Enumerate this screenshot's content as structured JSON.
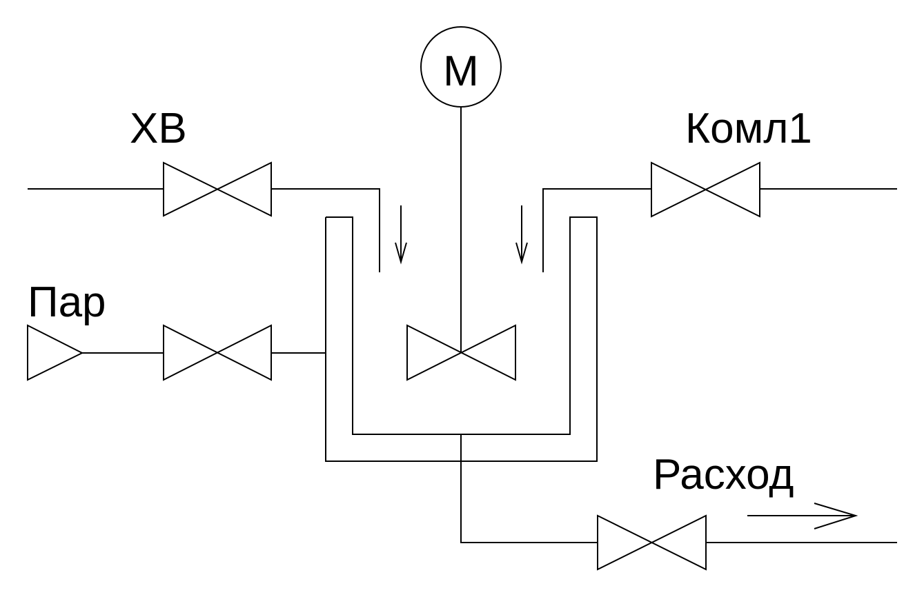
{
  "labels": {
    "cold_water": "ХВ",
    "component": "Комл1",
    "steam": "Пар",
    "outflow": "Расход",
    "motor": "М"
  },
  "colors": {
    "stroke": "#000000",
    "background": "#ffffff"
  }
}
